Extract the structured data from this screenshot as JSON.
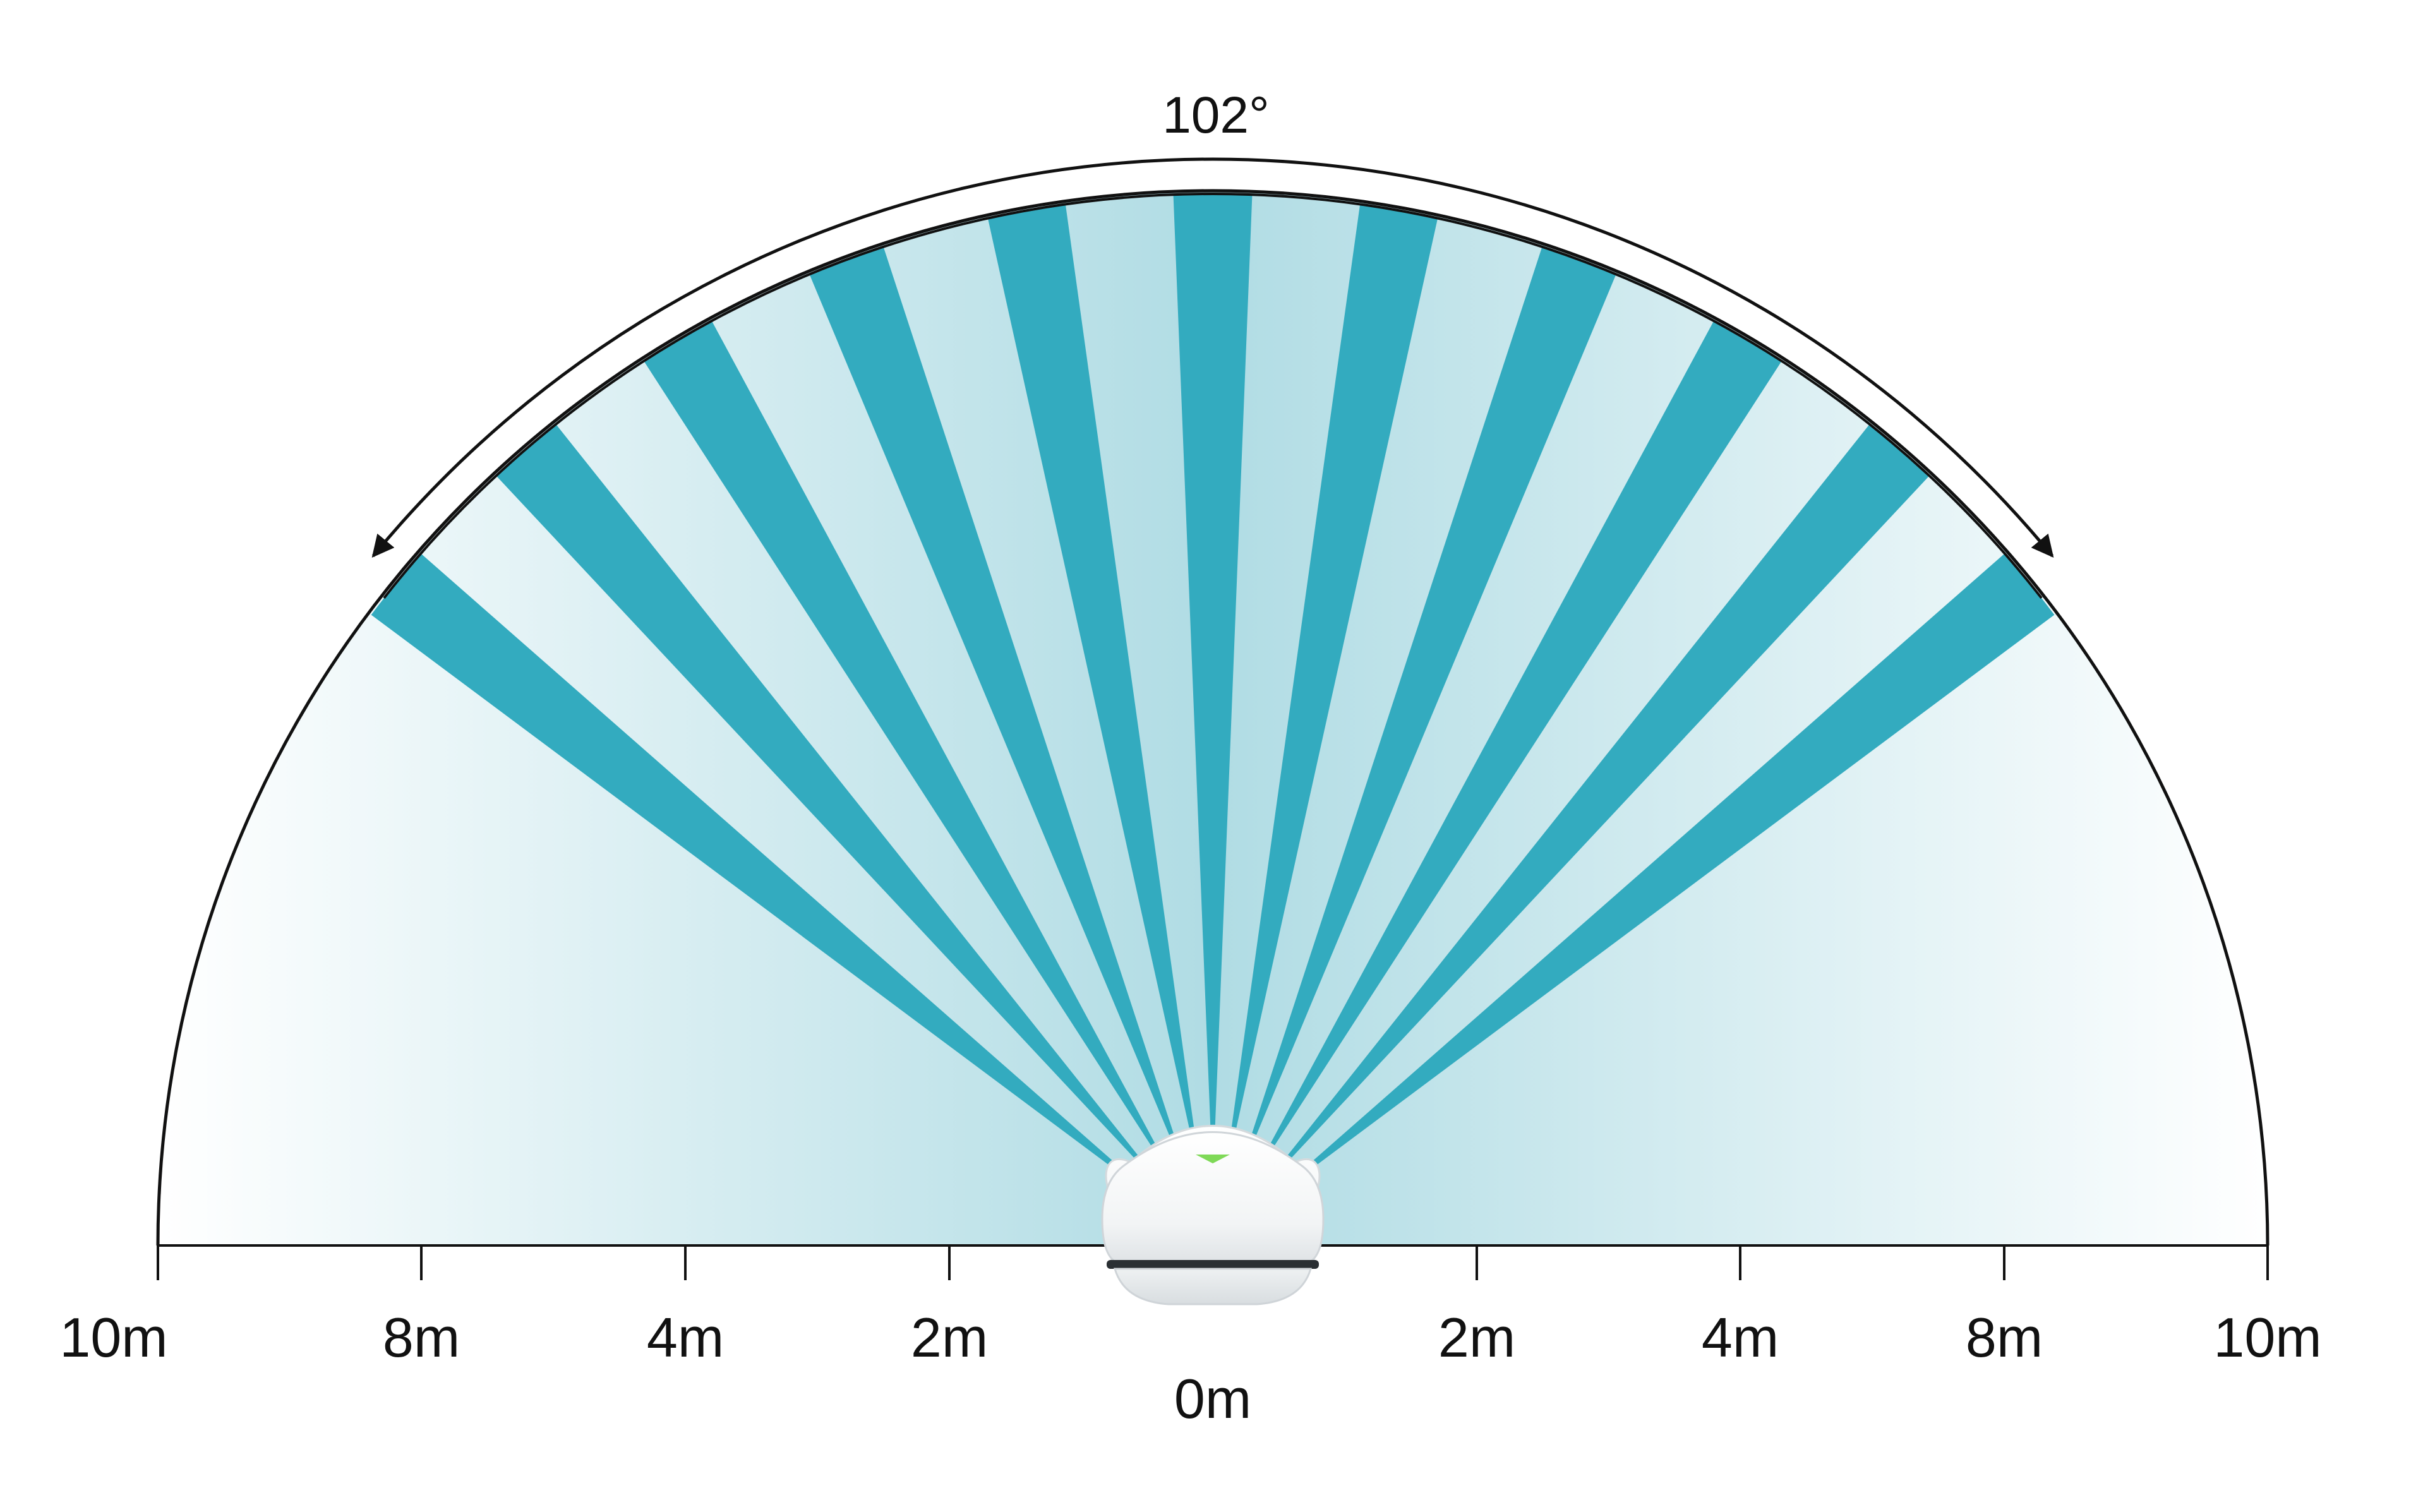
{
  "angle_label": "102°",
  "axis": {
    "ticks": [
      {
        "label": "10m"
      },
      {
        "label": "8m"
      },
      {
        "label": "4m"
      },
      {
        "label": "2m"
      },
      {
        "label": "0m"
      },
      {
        "label": "2m"
      },
      {
        "label": "4m"
      },
      {
        "label": "8m"
      },
      {
        "label": "10m"
      }
    ]
  },
  "detection": {
    "beam_count": 11,
    "field_of_view_degrees": 102
  },
  "colors": {
    "beam": "#33abbf",
    "zone_center": "#b0dce4",
    "zone_edge": "#ffffff",
    "outline": "#111111",
    "indicator": "#7ed957"
  },
  "sensor": {
    "icon": "presence-sensor-icon"
  }
}
